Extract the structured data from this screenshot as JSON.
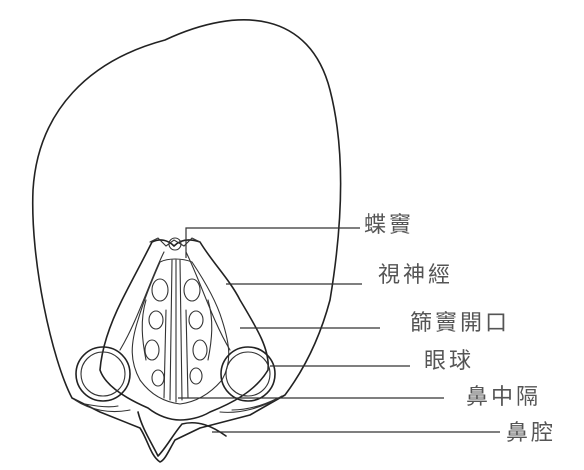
{
  "diagram": {
    "labels": [
      {
        "id": "sphenoid-sinus",
        "text": "蝶竇"
      },
      {
        "id": "optic-nerve",
        "text": "視神經"
      },
      {
        "id": "ethmoid-sinus-opening",
        "text": "篩竇開口"
      },
      {
        "id": "eyeball",
        "text": "眼球"
      },
      {
        "id": "nasal-septum",
        "text": "鼻中隔"
      },
      {
        "id": "nasal-cavity",
        "text": "鼻腔"
      }
    ]
  }
}
